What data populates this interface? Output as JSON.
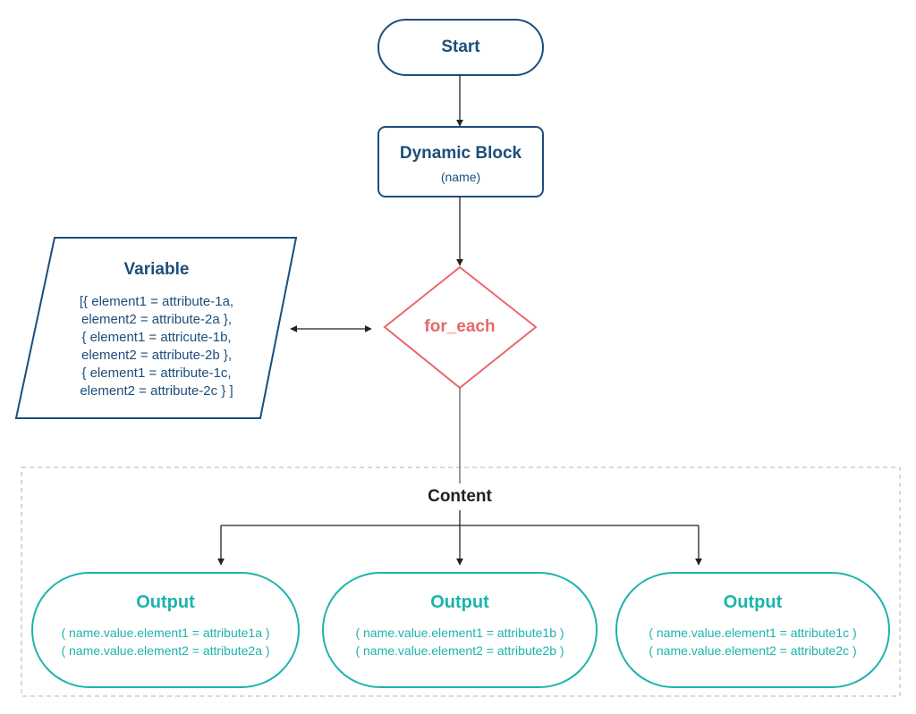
{
  "start": {
    "label": "Start"
  },
  "dynamic_block": {
    "title": "Dynamic Block",
    "subtitle": "(name)"
  },
  "variable": {
    "title": "Variable",
    "lines": [
      "[{ element1 = attribute-1a,",
      "element2 = attribute-2a },",
      "{ element1 = attricute-1b,",
      "element2 = attribute-2b },",
      "{ element1 = attribute-1c,",
      "element2 = attribute-2c } ]"
    ]
  },
  "for_each": {
    "label": "for_each"
  },
  "content": {
    "label": "Content"
  },
  "outputs": [
    {
      "title": "Output",
      "line1": "( name.value.element1 = attribute1a )",
      "line2": "( name.value.element2 = attribute2a )"
    },
    {
      "title": "Output",
      "line1": "( name.value.element1 = attribute1b )",
      "line2": "( name.value.element2 = attribute2b )"
    },
    {
      "title": "Output",
      "line1": "( name.value.element1 = attribute1c )",
      "line2": "( name.value.element2 = attribute2c )"
    }
  ],
  "colors": {
    "navy": "#1d4e7a",
    "red": "#e8676c",
    "teal": "#1db3ad",
    "dashed_border": "#b5b5b5",
    "arrow": "#222222"
  }
}
